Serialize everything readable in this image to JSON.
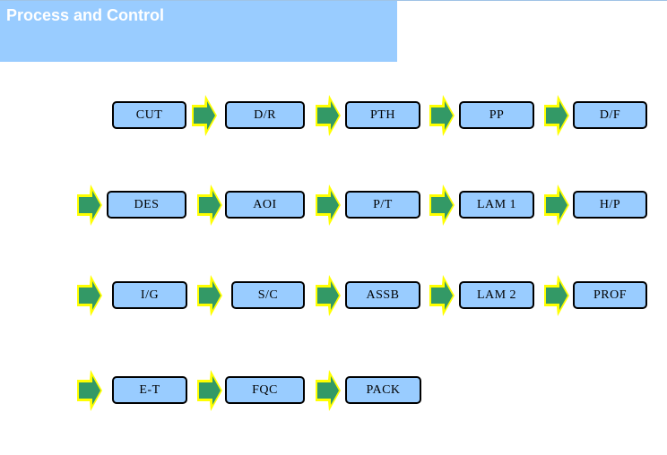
{
  "header": {
    "title": "Process and Control"
  },
  "process": {
    "rows": [
      [
        "CUT",
        "D/R",
        "PTH",
        "PP",
        "D/F"
      ],
      [
        "DES",
        "AOI",
        "P/T",
        "LAM 1",
        "H/P"
      ],
      [
        "I/G",
        "S/C",
        "ASSB",
        "LAM 2",
        "PROF"
      ],
      [
        "E-T",
        "FQC",
        "PACK"
      ]
    ]
  },
  "colors": {
    "title_bar": "#99ccff",
    "step_fill": "#99ccff",
    "arrow_fill": "#339966",
    "arrow_glow": "#ffff00"
  }
}
